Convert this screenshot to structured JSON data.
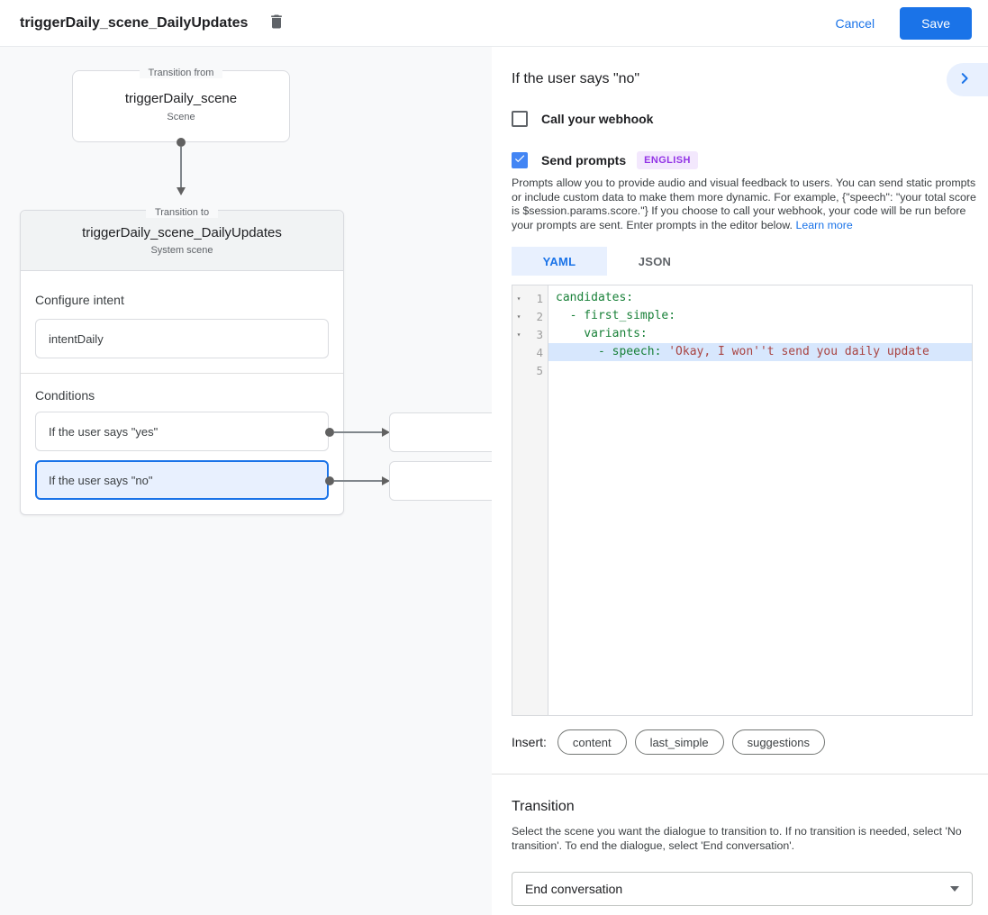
{
  "header": {
    "title": "triggerDaily_scene_DailyUpdates",
    "cancel_label": "Cancel",
    "save_label": "Save"
  },
  "colors": {
    "accent": "#1a73e8",
    "selected_condition_bg": "#e8f0fe",
    "selected_condition_border": "#1a73e8",
    "badge_bg": "#f3e8fd",
    "badge_text": "#9334e6",
    "code_key": "#188038",
    "code_string": "#a94442",
    "active_line_highlight": "#d7e7fd"
  },
  "icons": {
    "delete": "trash-icon",
    "collapse_panel": "chevron-right-icon",
    "dropdown": "caret-down-icon",
    "code_fold": "caret-down-icon"
  },
  "diagram": {
    "from_node": {
      "legend": "Transition from",
      "title": "triggerDaily_scene",
      "subtitle": "Scene"
    },
    "to_node": {
      "legend": "Transition to",
      "title": "triggerDaily_scene_DailyUpdates",
      "subtitle": "System scene",
      "intent_section_label": "Configure intent",
      "intent_value": "intentDaily",
      "conditions_label": "Conditions",
      "conditions": [
        {
          "label": "If the user says \"yes\"",
          "selected": false
        },
        {
          "label": "If the user says \"no\"",
          "selected": true
        }
      ]
    }
  },
  "panel": {
    "title": "If the user says \"no\"",
    "webhook_checkbox": {
      "label": "Call your webhook",
      "checked": false
    },
    "prompts_checkbox": {
      "label": "Send prompts",
      "checked": true,
      "badge": "ENGLISH"
    },
    "description": "Prompts allow you to provide audio and visual feedback to users. You can send static prompts or include custom data to make them more dynamic. For example, {\"speech\": \"your total score is $session.params.score.\"} If you choose to call your webhook, your code will be run before your prompts are sent. Enter prompts in the editor below. ",
    "learn_more": "Learn more",
    "tabs": [
      {
        "label": "YAML",
        "active": true
      },
      {
        "label": "JSON",
        "active": false
      }
    ],
    "editor": {
      "lines": [
        {
          "num": 1,
          "fold": true,
          "highlight": false,
          "segments": [
            {
              "t": "candidates:",
              "c": "key"
            }
          ]
        },
        {
          "num": 2,
          "fold": true,
          "highlight": false,
          "segments": [
            {
              "t": "  - first_simple:",
              "c": "key"
            }
          ]
        },
        {
          "num": 3,
          "fold": true,
          "highlight": false,
          "segments": [
            {
              "t": "    variants:",
              "c": "key"
            }
          ]
        },
        {
          "num": 4,
          "fold": false,
          "highlight": true,
          "segments": [
            {
              "t": "      - speech: ",
              "c": "key"
            },
            {
              "t": "'Okay, I won''t send you daily update",
              "c": "str"
            }
          ]
        },
        {
          "num": 5,
          "fold": false,
          "highlight": false,
          "segments": []
        }
      ]
    },
    "insert": {
      "label": "Insert:",
      "chips": [
        "content",
        "last_simple",
        "suggestions"
      ]
    },
    "transition": {
      "heading": "Transition",
      "description": "Select the scene you want the dialogue to transition to. If no transition is needed, select 'No transition'. To end the dialogue, select 'End conversation'.",
      "value": "End conversation"
    }
  }
}
